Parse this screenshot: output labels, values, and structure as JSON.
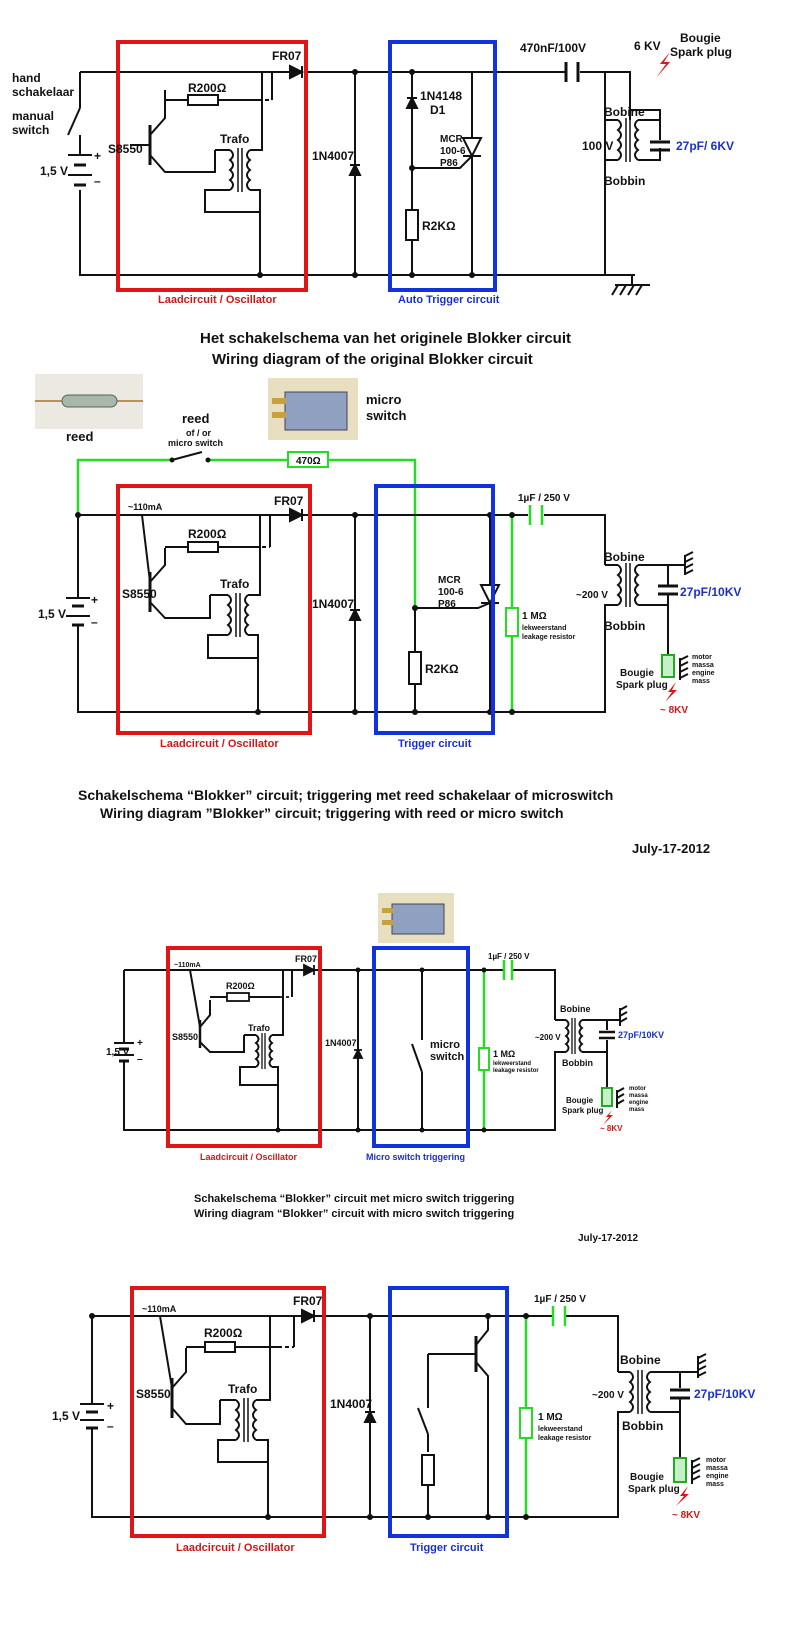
{
  "diagram1": {
    "hand_switch_nl": "hand",
    "hand_switch_nl2": "schakelaar",
    "manual_switch": "manual",
    "manual_switch2": "switch",
    "battery": "1,5 V",
    "transistor": "S8550",
    "resistor_r200": "R200Ω",
    "trafo": "Trafo",
    "fr07": "FR07",
    "diode_1n4007": "1N4007",
    "diode_1n4148": "1N4148",
    "d1": "D1",
    "mcr": "MCR",
    "mcr2": "100-6",
    "mcr3": "P86",
    "r2k": "R2KΩ",
    "cap": "470nF/100V",
    "kv": "6 KV",
    "bougie": "Bougie",
    "spark_plug": "Spark plug",
    "bobine": "Bobine",
    "bobbin": "Bobbin",
    "volt_100": "100 V",
    "cap27": "27pF/ 6KV",
    "box_red_label": "Laadcircuit / Oscillator",
    "box_blue_label": "Auto Trigger circuit",
    "caption_nl": "Het schakelschema van het originele Blokker circuit",
    "caption_en": "Wiring diagram of the original Blokker circuit"
  },
  "diagram2": {
    "reed_photo_label": "reed",
    "reed": "reed",
    "of_or": "of / or",
    "micro_switch_small": "micro switch",
    "micro_label1": "micro",
    "micro_label2": "switch",
    "r470": "470Ω",
    "current": "~110mA",
    "battery": "1,5 V",
    "transistor": "S8550",
    "resistor_r200": "R200Ω",
    "trafo": "Trafo",
    "fr07": "FR07",
    "diode_1n4007": "1N4007",
    "mcr": "MCR",
    "mcr2": "100-6",
    "mcr3": "P86",
    "r2k": "R2KΩ",
    "cap": "1µF / 250 V",
    "r1m": "1 MΩ",
    "lek1": "lekweerstand",
    "lek2": "leakage resistor",
    "bobine": "Bobine",
    "bobbin": "Bobbin",
    "volt": "~200 V",
    "cap27": "27pF/10KV",
    "bougie": "Bougie",
    "spark_plug": "Spark plug",
    "kv": "~ 8KV",
    "motor": "motor",
    "massa": "massa",
    "engine": "engine",
    "mass": "mass",
    "box_red_label": "Laadcircuit / Oscillator",
    "box_blue_label": "Trigger circuit",
    "caption_nl": "Schakelschema “Blokker” circuit; triggering met reed schakelaar of microswitch",
    "caption_en": "Wiring diagram ”Blokker” circuit; triggering with reed or micro switch",
    "date": "July-17-2012"
  },
  "diagram3": {
    "current": "~110mA",
    "battery": "1,5 V",
    "transistor": "S8550",
    "resistor_r200": "R200Ω",
    "trafo": "Trafo",
    "fr07": "FR07",
    "diode_1n4007": "1N4007",
    "micro1": "micro",
    "micro2": "switch",
    "cap": "1µF / 250 V",
    "r1m": "1 MΩ",
    "lek1": "lekweerstand",
    "lek2": "leakage resistor",
    "bobine": "Bobine",
    "bobbin": "Bobbin",
    "volt": "~200 V",
    "cap27": "27pF/10KV",
    "bougie": "Bougie",
    "spark_plug": "Spark plug",
    "kv": "~ 8KV",
    "motor": "motor",
    "massa": "massa",
    "engine": "engine",
    "mass": "mass",
    "box_red_label": "Laadcircuit / Oscillator",
    "box_blue_label": "Micro switch triggering",
    "caption_nl": "Schakelschema “Blokker” circuit met micro switch triggering",
    "caption_en": "Wiring diagram “Blokker” circuit with micro switch triggering",
    "date": "July-17-2012"
  },
  "diagram4": {
    "current": "~110mA",
    "battery": "1,5 V",
    "transistor": "S8550",
    "resistor_r200": "R200Ω",
    "trafo": "Trafo",
    "fr07": "FR07",
    "diode_1n4007": "1N4007",
    "cap": "1µF / 250 V",
    "r1m": "1 MΩ",
    "lek1": "lekweerstand",
    "lek2": "leakage resistor",
    "bobine": "Bobine",
    "bobbin": "Bobbin",
    "volt": "~200 V",
    "cap27": "27pF/10KV",
    "bougie": "Bougie",
    "spark_plug": "Spark plug",
    "kv": "~ 8KV",
    "motor": "motor",
    "massa": "massa",
    "engine": "engine",
    "mass": "mass",
    "box_red_label": "Laadcircuit / Oscillator",
    "box_blue_label": "Trigger circuit"
  }
}
